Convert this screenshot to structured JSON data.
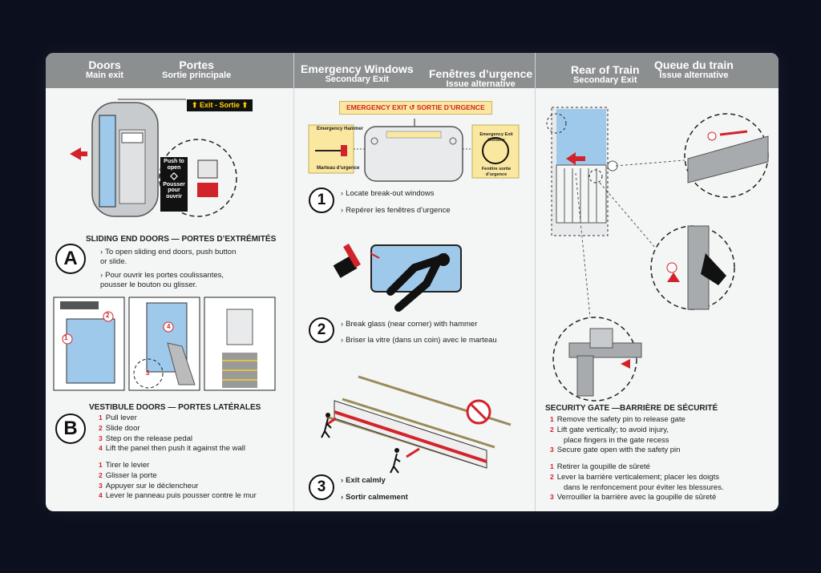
{
  "doors": {
    "title_en": "Doors",
    "sub_en": "Main exit",
    "title_fr": "Portes",
    "sub_fr": "Sortie principale",
    "exit_sign": "Exit - Sortie",
    "push_en": "Push to open",
    "push_fr": "Pousser pour ouvrir",
    "sliding_title": "SLIDING END DOORS — PORTES D’EXTRÉMITÉS",
    "sliding_letter": "A",
    "sliding_en": "To open sliding end doors, push button or slide.",
    "sliding_fr": "Pour ouvrir les portes coulissantes, pousser le bouton ou glisser.",
    "vestibule_title": "VESTIBULE DOORS — PORTES LATÉRALES",
    "vestibule_letter": "B",
    "vestibule_en": [
      {
        "n": "1",
        "text": "Pull lever"
      },
      {
        "n": "2",
        "text": "Slide door"
      },
      {
        "n": "3",
        "text": "Step on the release pedal"
      },
      {
        "n": "4",
        "text": "Lift the panel then push it against the wall"
      }
    ],
    "vestibule_fr": [
      {
        "n": "1",
        "text": "Tirer le levier"
      },
      {
        "n": "2",
        "text": "Glisser la porte"
      },
      {
        "n": "3",
        "text": "Appuyer sur le déclencheur"
      },
      {
        "n": "4",
        "text": "Lever le panneau puis pousser contre le mur"
      }
    ]
  },
  "windows": {
    "title_en": "Emergency Windows",
    "sub_en": "Secondary Exit",
    "title_fr": "Fenêtres d’urgence",
    "sub_fr": "Issue alternative",
    "banner": "EMERGENCY EXIT ↺ SORTIE D’URGENCE",
    "hammer_label_top": "Emergency Hammer",
    "hammer_label_bottom": "Marteau d’urgence",
    "window_label_top": "Emergency Exit Window",
    "window_label_bottom": "Fenêtre sortie d’urgence",
    "steps": [
      {
        "n": "1",
        "en": "Locate break-out windows",
        "fr": "Repérer les fenêtres d’urgence"
      },
      {
        "n": "2",
        "en": "Break glass (near corner) with hammer",
        "fr": "Briser la vitre (dans un coin) avec le marteau"
      },
      {
        "n": "3",
        "en": "Exit calmly",
        "fr": "Sortir calmement"
      }
    ]
  },
  "rear": {
    "title_en": "Rear of Train",
    "sub_en": "Secondary Exit",
    "title_fr": "Queue du train",
    "sub_fr": "Issue alternative",
    "gate_title": "SECURITY GATE —BARRIÈRE DE SÉCURITÉ",
    "gate_en": [
      {
        "n": "1",
        "text": "Remove the safety pin to release gate"
      },
      {
        "n": "2",
        "text": "Lift gate vertically; to avoid injury,"
      },
      {
        "n": "",
        "text": "place fingers in the gate recess"
      },
      {
        "n": "3",
        "text": "Secure gate open with the safety pin"
      }
    ],
    "gate_fr": [
      {
        "n": "1",
        "text": "Retirer la goupille de sûreté"
      },
      {
        "n": "2",
        "text": "Lever la barrière verticalement; placer les doigts"
      },
      {
        "n": "",
        "text": "dans le renfoncement pour éviter les blessures."
      },
      {
        "n": "3",
        "text": "Verrouiller la barrière avec la goupille de sûreté"
      }
    ]
  },
  "colors": {
    "accent_red": "#d2232a",
    "header_gray": "#8c8f90",
    "window_blue": "#9fc9ea",
    "sign_yellow": "#fbe8a0"
  }
}
